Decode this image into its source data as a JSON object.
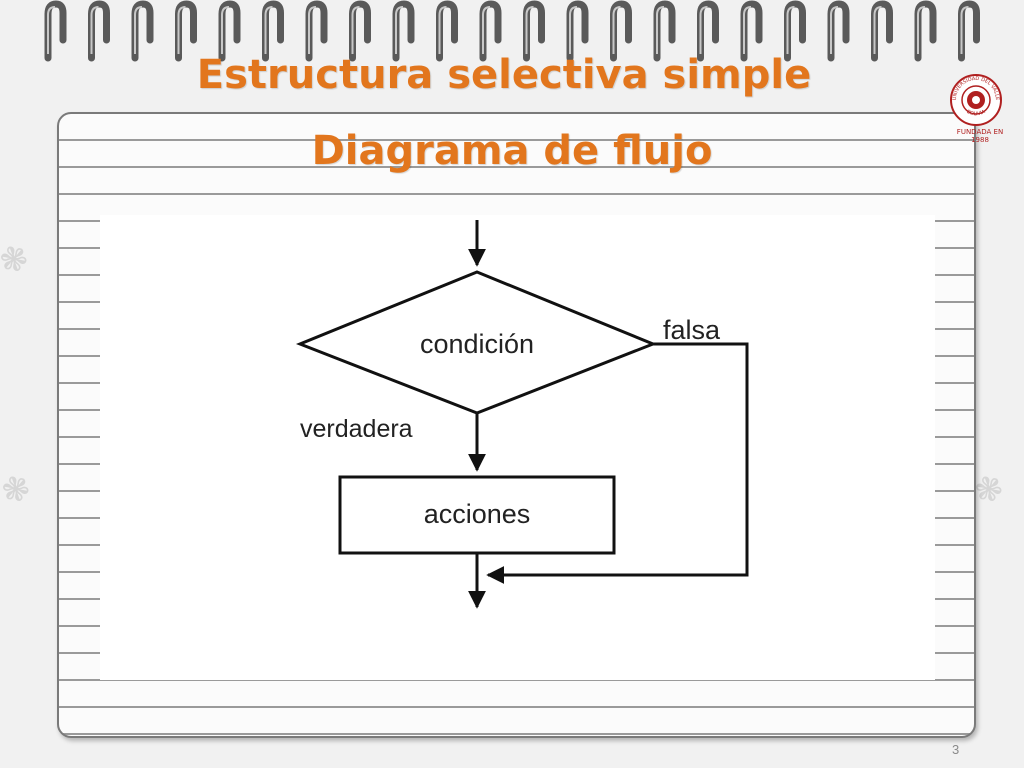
{
  "title": "Estructura selectiva simple",
  "subtitle": "Diagrama de flujo",
  "flowchart": {
    "decision": "condición",
    "false_label": "falsa",
    "true_label": "verdadera",
    "action": "acciones"
  },
  "logo": {
    "ring_text": "UNIVERSIDAD DEL VALLE",
    "country": "BOLIVIA",
    "caption": "FUNDADA EN 1988",
    "icon": "university-seal-icon"
  },
  "page_number": "3",
  "colors": {
    "title": "#e2761d",
    "paper_lines": "#9a9a9a",
    "logo": "#b02020"
  }
}
